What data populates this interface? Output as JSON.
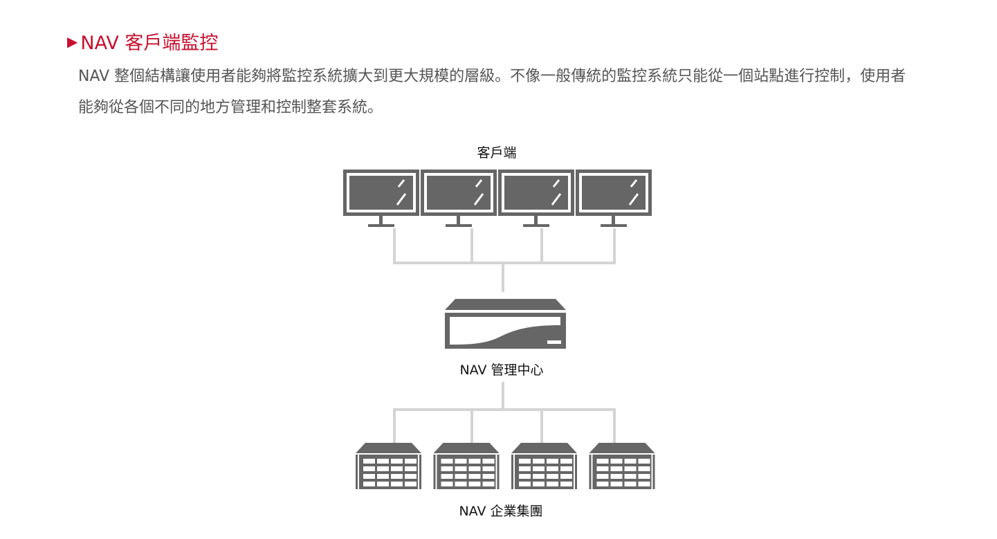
{
  "section": {
    "title": "NAV 客戶端監控",
    "marker_icon": "triangle-right",
    "paragraph": "NAV 整個結構讓使用者能夠將監控系統擴大到更大規模的層級。不像一般傳統的監控系統只能從一個站點進行控制，使用者能夠從各個不同的地方管理和控制整套系統。"
  },
  "diagram": {
    "clients_label": "客戶端",
    "center_label": "NAV 管理中心",
    "enterprise_label": "NAV 企業集團",
    "client_count": 4,
    "storage_count": 4
  },
  "colors": {
    "accent": "#c8102e",
    "text": "#555555",
    "icon": "#6b6b6b",
    "line": "#d4d4d4"
  }
}
